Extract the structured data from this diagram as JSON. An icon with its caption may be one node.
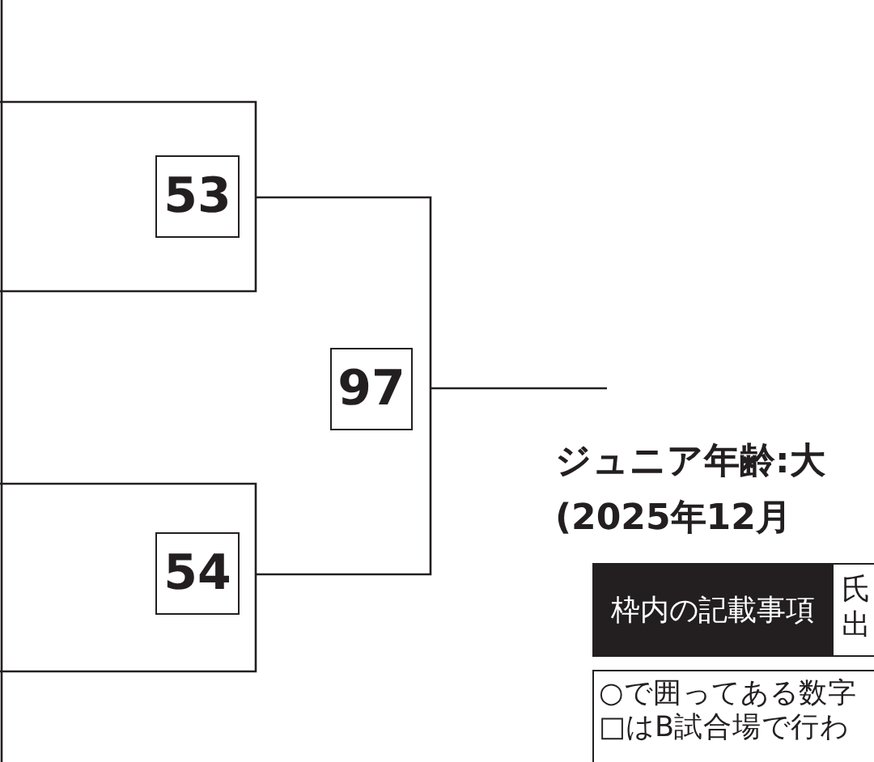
{
  "diagram": {
    "nodes": [
      {
        "text": [
          "53"
        ]
      },
      {
        "text": [
          "97"
        ]
      },
      {
        "text": [
          "54"
        ]
      },
      {
        "text": [
          "枠内の記載事項"
        ]
      },
      {
        "text": [
          "氏",
          "出"
        ]
      },
      {
        "text": [
          "○で囲ってある数字",
          "□はB試合場で行わ"
        ]
      }
    ],
    "labels": [
      "ジュニア年齢:大",
      "(2025年12月"
    ]
  }
}
